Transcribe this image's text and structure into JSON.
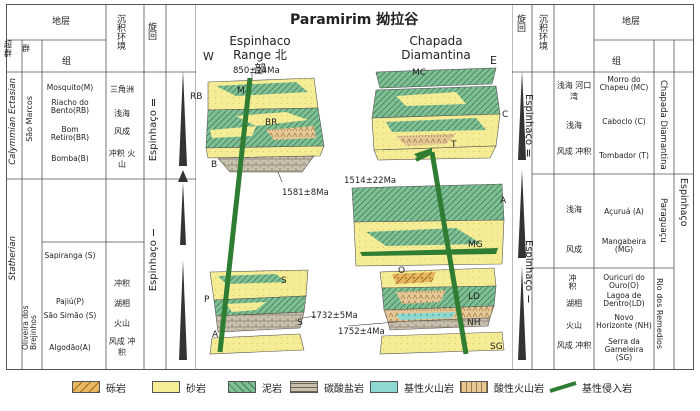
{
  "title": "Paramirim 拗拉谷",
  "left_table": {
    "headers": {
      "strata": "地层",
      "super": "超群",
      "group": "群",
      "formation": "组",
      "environment": "沉积环境",
      "cycle": "旋回"
    },
    "supergroup": [
      "Calymmian",
      "Ectasian",
      "Statherian"
    ],
    "groups": [
      "São Marcos",
      "Oliveira dos Brejinhos"
    ],
    "formations": [
      "Mosquito(M)",
      "Riacho do Bento(RB)",
      "Bom Retiro(BR)",
      "Bomba(B)",
      "Sapiranga (S)",
      "Pajiú(P)",
      "São Simão (S)",
      "Algodão(A)"
    ],
    "environments": [
      "三角洲",
      "浅海",
      "风成",
      "冲积 火山",
      "冲积",
      "湖相",
      "火山",
      "风成 冲积"
    ],
    "cycles": [
      "Espinhaço Ⅱ",
      "Espinhaço Ⅰ"
    ]
  },
  "right_table": {
    "headers": {
      "cycle": "旋回",
      "environment": "沉积环境",
      "strata": "地层",
      "formation": "组"
    },
    "groups": [
      "Chapada Diamantina",
      "Paraguaçu",
      "Rio dos Remedios"
    ],
    "supergroup": "Espinhaço",
    "formations": [
      "Morro do Chapeu (MC)",
      "Caboclo (C)",
      "Tombador (T)",
      "Açuruá (A)",
      "Mangabeira (MG)",
      "Ouricuri do Ouro(O)",
      "Lagoa de Dentro(LD)",
      "Novo Horizonte (NH)",
      "Serra da Gameleira (SG)"
    ],
    "environments": [
      "浅海 河口湾",
      "浅海",
      "风成 冲积",
      "浅海",
      "风成",
      "冲积",
      "湖相",
      "火山",
      "风成 冲积"
    ],
    "cycles": [
      "Espinhaço Ⅱ",
      "Espinhaço Ⅰ"
    ]
  },
  "sections": {
    "left_name": "Espinhaco Range 北部",
    "right_name": "Chapada Diamantina",
    "west": "W",
    "east": "E",
    "left_labels": [
      "RB",
      "M",
      "BR",
      "B",
      "S",
      "P",
      "S",
      "A"
    ],
    "right_labels": [
      "MC",
      "C",
      "T",
      "A",
      "MG",
      "O",
      "LD",
      "NH",
      "SG"
    ],
    "ages": [
      "850±24Ma",
      "1581±8Ma",
      "1514±22Ma",
      "1732±5Ma",
      "1752±4Ma"
    ]
  },
  "legend": [
    "砾岩",
    "砂岩",
    "泥岩",
    "碳酸盐岩",
    "基性火山岩",
    "酸性火山岩",
    "基性侵入岩"
  ],
  "colors": {
    "conglomerate": "#e8b860",
    "sandstone": "#f5ec96",
    "mudstone": "#7fbf94",
    "carbonate": "#c9c0ae",
    "basic_volcanic": "#8fd8d0",
    "acid_volcanic": "#e6c898",
    "intrusion": "#2e7d32"
  }
}
